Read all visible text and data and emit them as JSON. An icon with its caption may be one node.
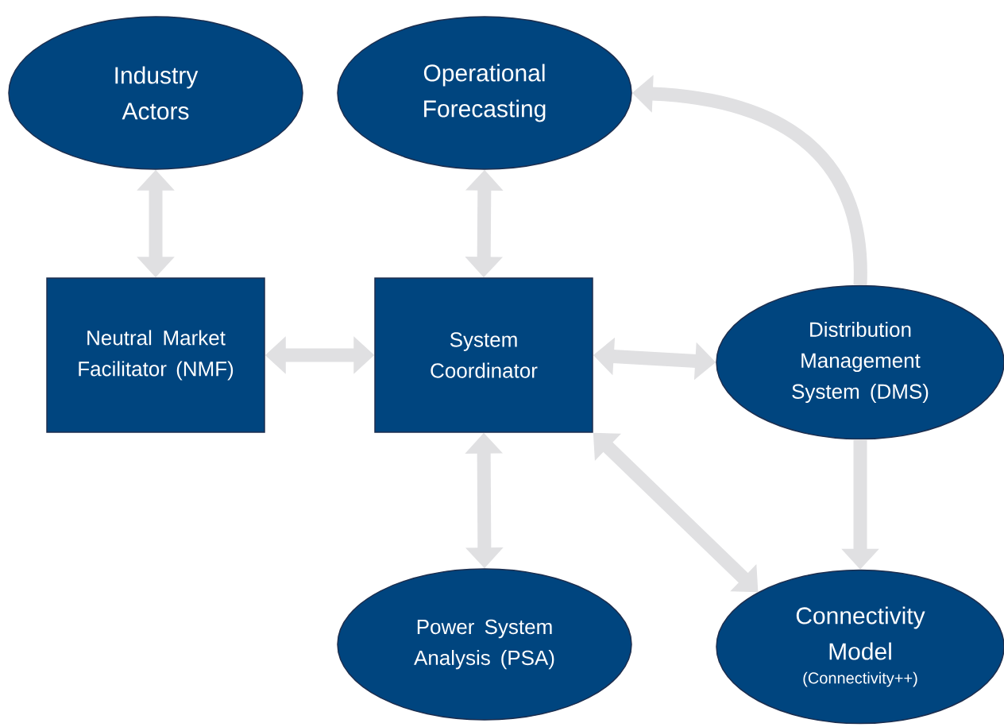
{
  "diagram": {
    "nodes": [
      {
        "text": [
          "Industry Actors"
        ]
      },
      {
        "text": [
          "Operational Forecasting"
        ]
      },
      {
        "text": [
          "Neutral Market Facilitator (NMF)"
        ]
      },
      {
        "text": [
          "System Coordinator"
        ]
      },
      {
        "text": [
          "Distribution Management System (DMS)"
        ]
      },
      {
        "text": [
          "Power System Analysis (PSA)"
        ]
      },
      {
        "text": [
          "Connectivity Model",
          "(Connectivity++)"
        ]
      }
    ],
    "edges": [
      {
        "from": 0,
        "to": 2,
        "arrow": "both"
      },
      {
        "from": 1,
        "to": 3,
        "arrow": "both"
      },
      {
        "from": 2,
        "to": 3,
        "arrow": "both"
      },
      {
        "from": 3,
        "to": 4,
        "arrow": "both"
      },
      {
        "from": 3,
        "to": 5,
        "arrow": "both"
      },
      {
        "from": 3,
        "to": 6,
        "arrow": "both"
      },
      {
        "from": 4,
        "to": 1,
        "arrow": "to"
      },
      {
        "from": 4,
        "to": 6,
        "arrow": "to"
      }
    ]
  }
}
